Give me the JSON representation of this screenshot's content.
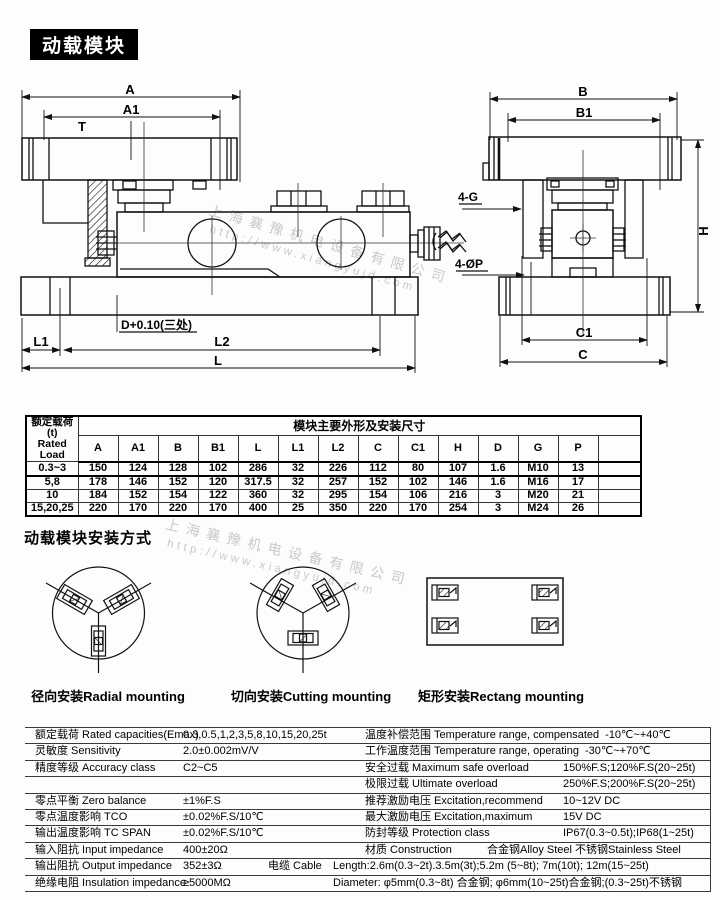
{
  "page": {
    "title": "动载模块"
  },
  "watermark": {
    "company": "上海襄豫机电设备有限公司",
    "url": "http://www.xiangyujd.com"
  },
  "drawing": {
    "a": "A",
    "a1": "A1",
    "t": "T",
    "d_note": "D+0.10(三处)",
    "l1": "L1",
    "l2": "L2",
    "l": "L",
    "b": "B",
    "b1": "B1",
    "four_g": "4-G",
    "four_p": "4-ØP",
    "h": "H",
    "c1": "C1",
    "c": "C"
  },
  "dim_table": {
    "rated_load_label_cn": "额定载荷(t)",
    "rated_load_label_en": "Rated Load",
    "span_header": "模块主要外形及安装尺寸",
    "columns": [
      "A",
      "A1",
      "B",
      "B1",
      "L",
      "L1",
      "L2",
      "C",
      "C1",
      "H",
      "D",
      "G",
      "P"
    ],
    "rows": [
      {
        "load": "0.3~3",
        "values": [
          "150",
          "124",
          "128",
          "102",
          "286",
          "32",
          "226",
          "112",
          "80",
          "107",
          "1.6",
          "M10",
          "13"
        ]
      },
      {
        "load": "5,8",
        "values": [
          "178",
          "146",
          "152",
          "120",
          "317.5",
          "32",
          "257",
          "152",
          "102",
          "146",
          "1.6",
          "M16",
          "17"
        ]
      },
      {
        "load": "10",
        "values": [
          "184",
          "152",
          "154",
          "122",
          "360",
          "32",
          "295",
          "154",
          "106",
          "216",
          "3",
          "M20",
          "21"
        ]
      },
      {
        "load": "15,20,25",
        "values": [
          "220",
          "170",
          "220",
          "170",
          "400",
          "25",
          "350",
          "220",
          "170",
          "254",
          "3",
          "M24",
          "26"
        ]
      }
    ]
  },
  "mounting": {
    "heading": "动载模块安装方式",
    "captions": [
      "径向安装Radial mounting",
      "切向安装Cutting mounting",
      "矩形安装Rectang mounting"
    ]
  },
  "specs": {
    "left": [
      {
        "label": "额定载荷 Rated capacities(Emax)",
        "value": "0.3,0.5,1,2,3,5,8,10,15,20,25t"
      },
      {
        "label": "灵敏度 Sensitivity",
        "value": "2.0±0.002mV/V"
      },
      {
        "label": "精度等级 Accuracy class",
        "value": "C2~C5"
      },
      {
        "label": "",
        "value": ""
      },
      {
        "label": "零点平衡 Zero balance",
        "value": "±1%F.S"
      },
      {
        "label": "零点温度影响 TCO",
        "value": "±0.02%F.S/10℃"
      },
      {
        "label": "输出温度影响 TC SPAN",
        "value": "±0.02%F.S/10℃"
      },
      {
        "label": "输入阻抗 Input  impedance",
        "value": "400±20Ω"
      },
      {
        "label": "输出阻抗 Output  impedance",
        "value": "352±3Ω"
      },
      {
        "label": "绝缘电阻 Insulation impedance",
        "value": "≥5000MΩ"
      }
    ],
    "right": [
      {
        "label": "温度补偿范围 Temperature range, compensated",
        "value": "-10℃~+40℃"
      },
      {
        "label": "工作温度范围 Temperature range, operating",
        "value": "-30℃~+70℃"
      },
      {
        "label": "安全过载  Maximum safe overload",
        "value": "150%F.S;120%F.S(20~25t)"
      },
      {
        "label": "极限过载  Ultimate overload",
        "value": "250%F.S;200%F.S(20~25t)"
      },
      {
        "label": "推荐激励电压 Excitation,recommend",
        "value": "10~12V DC"
      },
      {
        "label": "最大激励电压 Excitation,maximum",
        "value": "15V DC"
      },
      {
        "label": "防封等级  Protection class",
        "value": "IP67(0.3~0.5t);IP68(1~25t)"
      },
      {
        "label": "材质  Construction",
        "value": "合金钢Alloy Steel  不锈钢Stainless Steel"
      },
      {
        "label": "电缆 Cable",
        "value": "Length:2.6m(0.3~2t).3.5m(3t);5.2m (5~8t); 7m(10t); 12m(15~25t)"
      },
      {
        "label": "",
        "value": "Diameter: φ5mm(0.3~8t) 合金钢;  φ6mm(10~25t)合金钢;(0.3~25t)不锈钢"
      }
    ]
  }
}
